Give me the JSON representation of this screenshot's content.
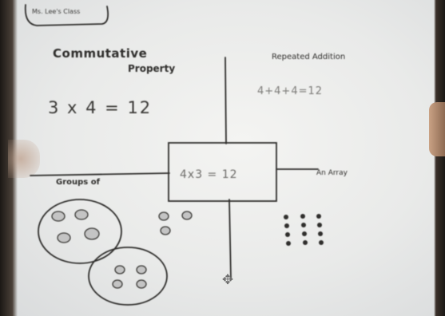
{
  "notes": {
    "title_line1": "Commutative",
    "title_line2": "Property",
    "equation": "3 x 4 = 12",
    "repeated_label": "Repeated Addition",
    "repeated_equation": "4+4+4=12",
    "center_box": "4x3 = 12",
    "groups_label": "Groups of",
    "array_label": "An Array",
    "corner_text": "Ms. Lee's Class"
  },
  "colors": {
    "paper": "#ecedec",
    "ink": "#2f2e2c",
    "background": "#2a2622"
  },
  "icons": {
    "cursor": "move-cursor-icon"
  }
}
